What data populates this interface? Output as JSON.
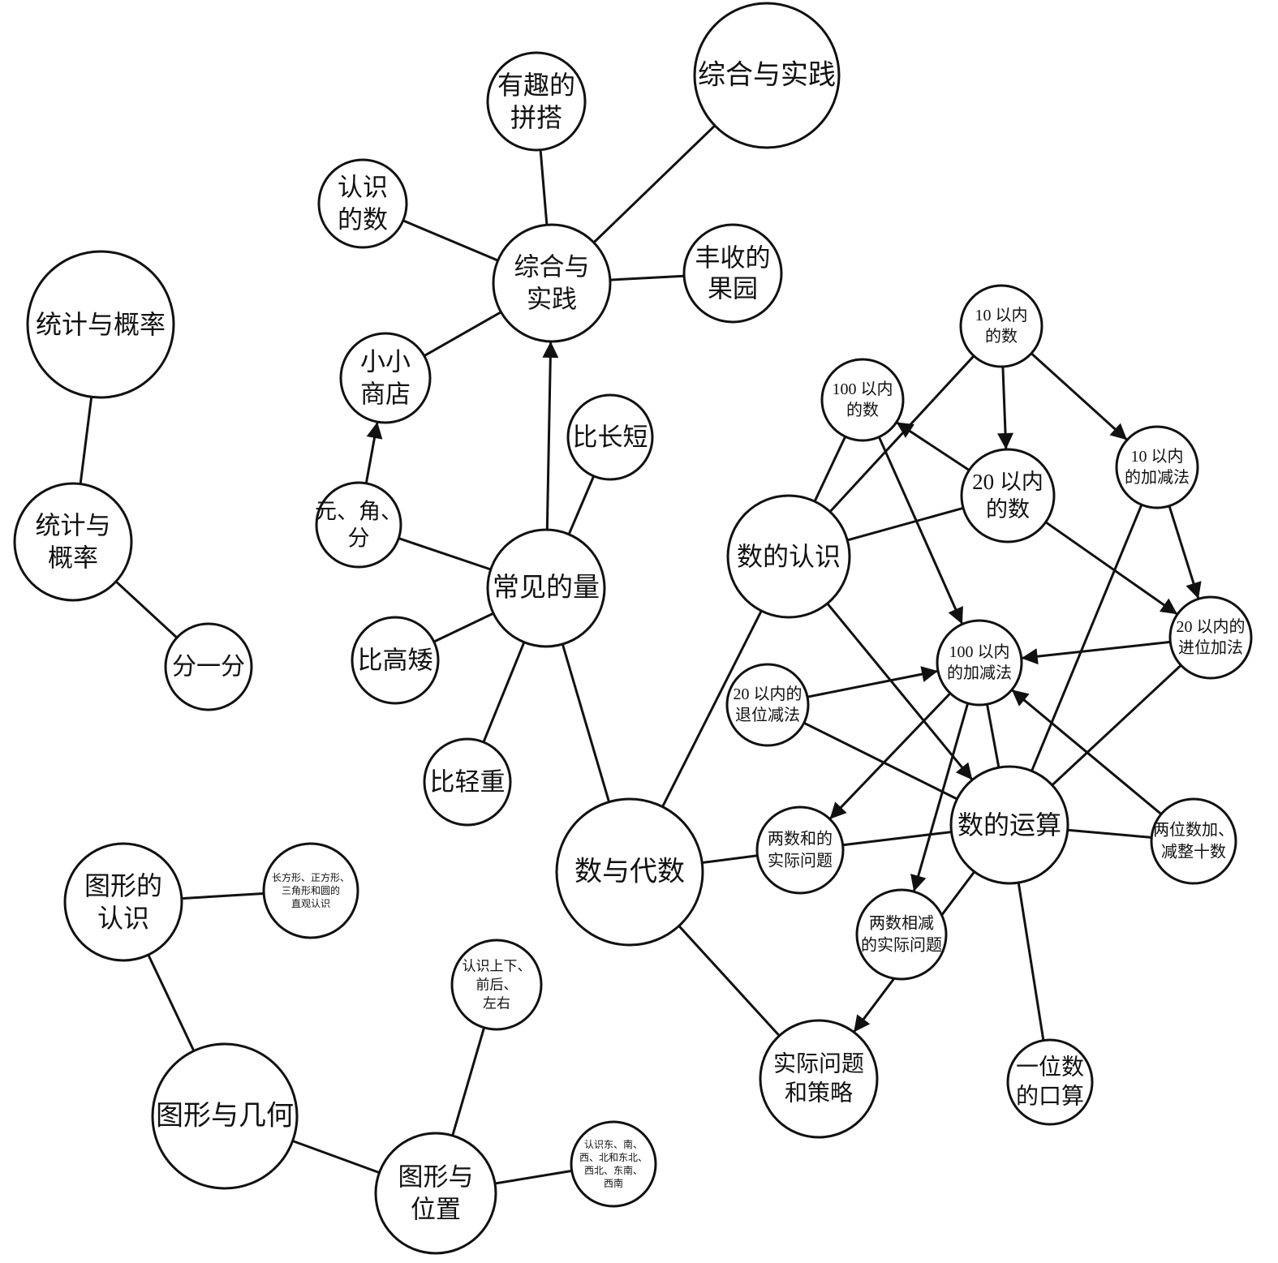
{
  "colors": {
    "stroke": "#111111",
    "fill": "#ffffff",
    "background": "#ffffff"
  },
  "nodes": [
    {
      "id": "zonghe-big",
      "lines": [
        "综合与实践"
      ]
    },
    {
      "id": "youqu",
      "lines": [
        "有趣的",
        "拼搭"
      ]
    },
    {
      "id": "renshi-de-shu",
      "lines": [
        "认识",
        "的数"
      ]
    },
    {
      "id": "zonghe-mid",
      "lines": [
        "综合与",
        "实践"
      ]
    },
    {
      "id": "fengshou",
      "lines": [
        "丰收的",
        "果园"
      ]
    },
    {
      "id": "xiaoxiao",
      "lines": [
        "小小",
        "商店"
      ]
    },
    {
      "id": "tongji-big",
      "lines": [
        "统计与概率"
      ]
    },
    {
      "id": "tongji-mid",
      "lines": [
        "统计与",
        "概率"
      ]
    },
    {
      "id": "fenyifen",
      "lines": [
        "分一分"
      ]
    },
    {
      "id": "yuan-jiao-fen",
      "lines": [
        "元、角、",
        "分"
      ]
    },
    {
      "id": "bichangduan",
      "lines": [
        "比长短"
      ]
    },
    {
      "id": "changjian",
      "lines": [
        "常见的量"
      ]
    },
    {
      "id": "bigaoai",
      "lines": [
        "比高矮"
      ]
    },
    {
      "id": "biqingzhong",
      "lines": [
        "比轻重"
      ]
    },
    {
      "id": "shuyudaishu",
      "lines": [
        "数与代数"
      ]
    },
    {
      "id": "shuderenshi",
      "lines": [
        "数的认识"
      ]
    },
    {
      "id": "n100",
      "lines": [
        "100 以内",
        "的数"
      ]
    },
    {
      "id": "n10",
      "lines": [
        "10 以内",
        "的数"
      ]
    },
    {
      "id": "n20",
      "lines": [
        "20 以内",
        "的数"
      ]
    },
    {
      "id": "jj10",
      "lines": [
        "10 以内",
        "的加减法"
      ]
    },
    {
      "id": "jj100",
      "lines": [
        "100 以内",
        "的加减法"
      ]
    },
    {
      "id": "jinwei20",
      "lines": [
        "20 以内的",
        "进位加法"
      ]
    },
    {
      "id": "tuiwei20",
      "lines": [
        "20 以内的",
        "退位减法"
      ]
    },
    {
      "id": "shudeyunsuan",
      "lines": [
        "数的运算"
      ]
    },
    {
      "id": "liangshuhe",
      "lines": [
        "两数和的",
        "实际问题"
      ]
    },
    {
      "id": "liangweishu",
      "lines": [
        "两位数加、",
        "减整十数"
      ]
    },
    {
      "id": "liangshuxiangjian",
      "lines": [
        "两数相减",
        "的实际问题"
      ]
    },
    {
      "id": "shiji",
      "lines": [
        "实际问题",
        "和策略"
      ]
    },
    {
      "id": "yiweishu",
      "lines": [
        "一位数",
        "的口算"
      ]
    },
    {
      "id": "tuxingrenshi",
      "lines": [
        "图形的",
        "认识"
      ]
    },
    {
      "id": "changfang",
      "lines": [
        "长方形、正方形、",
        "三角形和圆的",
        "直观认识"
      ]
    },
    {
      "id": "shangxia",
      "lines": [
        "认识上下、",
        "前后、",
        "左右"
      ]
    },
    {
      "id": "tuxingjihe",
      "lines": [
        "图形与几何"
      ]
    },
    {
      "id": "tuxingweizhi",
      "lines": [
        "图形与",
        "位置"
      ]
    },
    {
      "id": "dongnan",
      "lines": [
        "认识东、南、",
        "西、北和东北、",
        "西北、东南、",
        "西南"
      ]
    }
  ],
  "edges": [
    {
      "from": "zonghe-mid",
      "to": "youqu",
      "arrow": false
    },
    {
      "from": "zonghe-mid",
      "to": "zonghe-big",
      "arrow": false
    },
    {
      "from": "zonghe-mid",
      "to": "renshi-de-shu",
      "arrow": false
    },
    {
      "from": "zonghe-mid",
      "to": "fengshou",
      "arrow": false
    },
    {
      "from": "zonghe-mid",
      "to": "xiaoxiao",
      "arrow": false
    },
    {
      "from": "yuan-jiao-fen",
      "to": "xiaoxiao",
      "arrow": true
    },
    {
      "from": "changjian",
      "to": "zonghe-mid",
      "arrow": true
    },
    {
      "from": "tongji-big",
      "to": "tongji-mid",
      "arrow": false
    },
    {
      "from": "tongji-mid",
      "to": "fenyifen",
      "arrow": false
    },
    {
      "from": "changjian",
      "to": "yuan-jiao-fen",
      "arrow": false
    },
    {
      "from": "changjian",
      "to": "bichangduan",
      "arrow": false
    },
    {
      "from": "changjian",
      "to": "bigaoai",
      "arrow": false
    },
    {
      "from": "changjian",
      "to": "biqingzhong",
      "arrow": false
    },
    {
      "from": "changjian",
      "to": "shuyudaishu",
      "arrow": false
    },
    {
      "from": "shuyudaishu",
      "to": "shuderenshi",
      "arrow": false
    },
    {
      "from": "shuyudaishu",
      "to": "liangshuhe",
      "arrow": false
    },
    {
      "from": "shuyudaishu",
      "to": "shiji",
      "arrow": false
    },
    {
      "from": "shuderenshi",
      "to": "n100",
      "arrow": false
    },
    {
      "from": "shuderenshi",
      "to": "n10",
      "arrow": false
    },
    {
      "from": "shuderenshi",
      "to": "n20",
      "arrow": false
    },
    {
      "from": "shuderenshi",
      "to": "shudeyunsuan",
      "arrow": true
    },
    {
      "from": "n10",
      "to": "n20",
      "arrow": true
    },
    {
      "from": "n10",
      "to": "jj10",
      "arrow": true
    },
    {
      "from": "n20",
      "to": "n100",
      "arrow": true
    },
    {
      "from": "n100",
      "to": "jj100",
      "arrow": true
    },
    {
      "from": "n20",
      "to": "jinwei20",
      "arrow": true
    },
    {
      "from": "jj10",
      "to": "jinwei20",
      "arrow": true
    },
    {
      "from": "jj10",
      "to": "shudeyunsuan",
      "arrow": false
    },
    {
      "from": "jinwei20",
      "to": "jj100",
      "arrow": true
    },
    {
      "from": "jinwei20",
      "to": "shudeyunsuan",
      "arrow": false
    },
    {
      "from": "tuiwei20",
      "to": "jj100",
      "arrow": true
    },
    {
      "from": "tuiwei20",
      "to": "shudeyunsuan",
      "arrow": false
    },
    {
      "from": "jj100",
      "to": "liangshuhe",
      "arrow": true
    },
    {
      "from": "jj100",
      "to": "liangshuxiangjian",
      "arrow": true
    },
    {
      "from": "jj100",
      "to": "shudeyunsuan",
      "arrow": false
    },
    {
      "from": "liangweishu",
      "to": "jj100",
      "arrow": true
    },
    {
      "from": "shudeyunsuan",
      "to": "liangweishu",
      "arrow": false
    },
    {
      "from": "shudeyunsuan",
      "to": "liangshuhe",
      "arrow": false
    },
    {
      "from": "shudeyunsuan",
      "to": "shiji",
      "arrow": true
    },
    {
      "from": "shudeyunsuan",
      "to": "yiweishu",
      "arrow": false
    },
    {
      "from": "tuxingrenshi",
      "to": "changfang",
      "arrow": false
    },
    {
      "from": "tuxingrenshi",
      "to": "tuxingjihe",
      "arrow": false
    },
    {
      "from": "tuxingjihe",
      "to": "tuxingweizhi",
      "arrow": false
    },
    {
      "from": "tuxingweizhi",
      "to": "shangxia",
      "arrow": false
    },
    {
      "from": "tuxingweizhi",
      "to": "dongnan",
      "arrow": false
    }
  ]
}
